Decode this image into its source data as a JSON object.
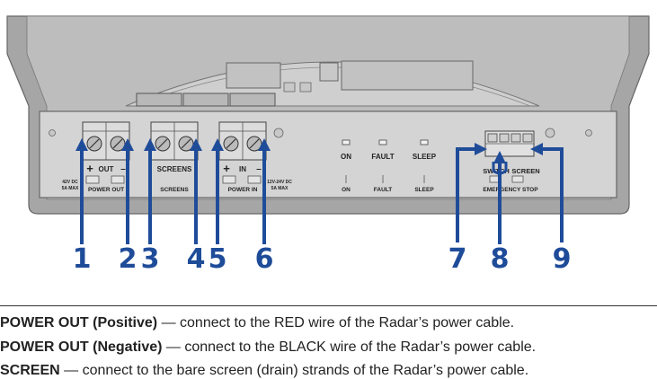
{
  "diagram": {
    "terminal_labels": {
      "out": "OUT",
      "screens": "SCREENS",
      "in": "IN",
      "plus": "+",
      "minus": "–"
    },
    "bottom_labels": {
      "rating_out_line1": "42V DC",
      "rating_out_line2": "5A MAX",
      "power_out": "POWER OUT",
      "screens": "SCREENS",
      "power_in": "POWER IN",
      "rating_in_line1": "12V-24V DC",
      "rating_in_line2": "5A MAX",
      "on": "ON",
      "fault": "FAULT",
      "sleep": "SLEEP",
      "emergency_stop": "EMERGENCY STOP"
    },
    "led_labels": {
      "on": "ON",
      "fault": "FAULT",
      "sleep": "SLEEP"
    },
    "switch_labels": {
      "switch": "SWITCH",
      "screen": "SCREEN"
    },
    "callouts": [
      "1",
      "2",
      "3",
      "4",
      "5",
      "6",
      "7",
      "8",
      "9"
    ],
    "colors": {
      "callout": "#1f4c99",
      "housing": "#a6a6a6",
      "panel": "#d4d4d4"
    }
  },
  "descriptions": [
    {
      "term": "POWER OUT (Positive)",
      "text": " — connect to the RED wire of the Radar’s power cable."
    },
    {
      "term": "POWER OUT (Negative)",
      "text": " — connect to the BLACK wire of the Radar’s power cable."
    },
    {
      "term": "SCREEN",
      "text": " — connect to the bare screen (drain) strands of the Radar’s power cable."
    }
  ]
}
